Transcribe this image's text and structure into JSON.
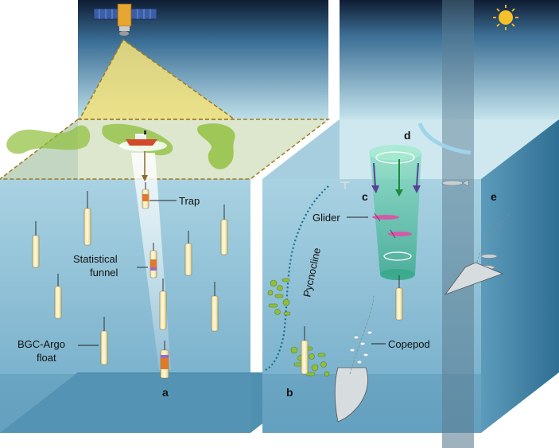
{
  "labels": {
    "trap": "Trap",
    "statistical_line1": "Statistical",
    "statistical_line2": "funnel",
    "bgc_line1": "BGC-Argo",
    "bgc_line2": "float",
    "glider": "Glider",
    "pycnocline": "Pycnocline",
    "copepod": "Copepod"
  },
  "panels": {
    "a": "a",
    "b": "b",
    "c": "c",
    "d": "d",
    "e": "e"
  },
  "icons": {
    "satellite": "satellite-icon",
    "ship": "ship-icon",
    "moon": "moon-icon",
    "sun": "sun-icon"
  },
  "colors": {
    "sky_top": "#0f1d33",
    "sky_bottom": "#bfe0ea",
    "ocean_light": "#a9d2e2",
    "ocean_dark": "#2f6f93",
    "bloom": "#8fbf3a",
    "footprint": "#f3e27a",
    "float_body": "#f8efc0",
    "float_tip": "#e0792a",
    "eddy": "#5fc6a0",
    "arrow_down": "#1a8c3c",
    "arrow_side": "#5a3f9a",
    "dotted_line": "#1b6f8c"
  }
}
